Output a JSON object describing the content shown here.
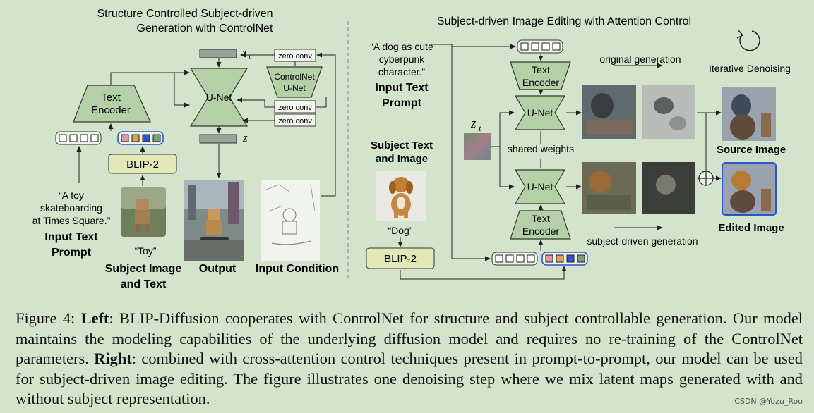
{
  "left": {
    "title_line1": "Structure Controlled Subject-driven",
    "title_line2": "Generation with ControlNet",
    "text_encoder_line1": "Text",
    "text_encoder_line2": "Encoder",
    "unet": "U-Net",
    "controlnet_line1": "ControlNet",
    "controlnet_line2": "U-Net",
    "zero_conv": "zero conv",
    "latent_zt": "z",
    "latent_zt_sub": "t",
    "latent_z": "z",
    "blip2": "BLIP-2",
    "prompt_line1": "“A toy",
    "prompt_line2": "skateboarding",
    "prompt_line3": "at Times Square.”",
    "input_text_prompt_line1": "Input Text",
    "input_text_prompt_line2": "Prompt",
    "subject_text": "“Toy”",
    "subject_label_line1": "Subject Image",
    "subject_label_line2": "and Text",
    "output_label": "Output",
    "input_condition_label": "Input Condition"
  },
  "right": {
    "title": "Subject-driven Image Editing with Attention Control",
    "prompt_line1": "“A dog as cute",
    "prompt_line2": "cyberpunk",
    "prompt_line3": "character.”",
    "input_text_prompt_line1": "Input Text",
    "input_text_prompt_line2": "Prompt",
    "text_encoder_line1": "Text",
    "text_encoder_line2": "Encoder",
    "unet": "U-Net",
    "latent_zt": "z",
    "latent_zt_sub": "t",
    "shared_weights": "shared weights",
    "original_generation": "original generation",
    "subject_driven_generation": "subject-driven generation",
    "iterative_denoising": "Iterative Denoising",
    "source_image": "Source Image",
    "edited_image": "Edited Image",
    "subject_text_and_image_line1": "Subject Text",
    "subject_text_and_image_line2": "and Image",
    "subject_text": "“Dog”",
    "blip2": "BLIP-2"
  },
  "caption": {
    "label": "Figure 4: ",
    "left_bold": "Left",
    "part1": ": BLIP-Diffusion cooperates with ControlNet for structure and subject controllable generation. Our model maintains the modeling capabilities of the underlying diffusion model and requires no re-training of the ControlNet parameters. ",
    "right_bold": "Right",
    "part2": ": combined with cross-attention control techniques present in prompt-to-prompt, our model can be used for subject-driven image editing. The figure illustrates one denoising step where we mix latent maps generated with and without subject representation."
  },
  "watermark": "CSDN @Yozu_Roo",
  "colors": {
    "background": "#d4e3cc",
    "module_fill": "#b5cfa6",
    "module_stroke": "#2f3b2a",
    "blip_fill": "#e2e9b7",
    "token_blue": "#2f56c8",
    "token_pink": "#d99aa2",
    "token_orange": "#d9a35b",
    "token_green": "#7aa07a"
  }
}
